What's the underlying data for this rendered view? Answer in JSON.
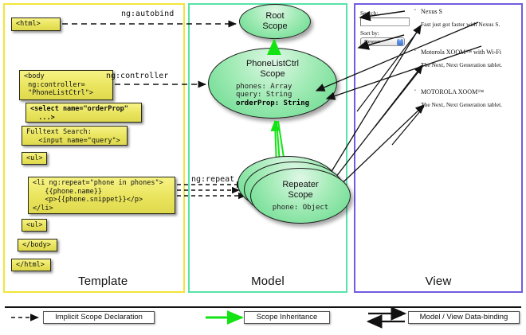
{
  "columns": {
    "template": {
      "label": "Template",
      "border_color": "#f2e53a"
    },
    "model": {
      "label": "Model",
      "border_color": "#57e3a8"
    },
    "view": {
      "label": "View",
      "border_color": "#6f5ce0"
    }
  },
  "template_boxes": [
    {
      "id": "html-open",
      "text": "<html>"
    },
    {
      "id": "body-open",
      "text": "<body\n ng:controller=\n \"PhoneListCtrl\">"
    },
    {
      "id": "select",
      "text": "<select name=\"orderProp\"\n  ...>"
    },
    {
      "id": "fulltext",
      "text": "Fulltext Search:\n   <input name=\"query\">"
    },
    {
      "id": "ul-open",
      "text": "<ul>"
    },
    {
      "id": "li-repeat",
      "text": "<li ng:repeat=\"phone in phones\">\n   {{phone.name}}\n   <p>{{phone.snippet}}</p>\n</li>"
    },
    {
      "id": "ul-close",
      "text": "<ul>"
    },
    {
      "id": "body-close",
      "text": "</body>"
    },
    {
      "id": "html-close",
      "text": "</html>"
    }
  ],
  "scopes": [
    {
      "id": "root",
      "title_line1": "Root",
      "title_line2": "Scope",
      "props": ""
    },
    {
      "id": "ctrl",
      "title_line1": "PhoneListCtrl",
      "title_line2": "Scope",
      "prop_lines": [
        "phones: Array",
        "query: String",
        "orderProp: String"
      ],
      "bold_prop": "orderProp: String"
    },
    {
      "id": "repeater",
      "title_line1": "Repeater",
      "title_line2": "Scope",
      "prop_lines": [
        "phone: Object"
      ]
    }
  ],
  "edge_labels": {
    "autobind": "ng:autobind",
    "controller": "ng:controller",
    "repeat": "ng:repeat"
  },
  "view": {
    "search_label": "Search:",
    "search_value": "",
    "search_placeholder": "",
    "sort_label": "Sort by:",
    "sort_value": "Newest",
    "sort_options": [
      "Newest"
    ],
    "phones": [
      {
        "name": "Nexus S",
        "snippet": "Fast just got faster with Nexus S."
      },
      {
        "name": "Motorola XOOM™  with Wi-Fi",
        "snippet": "The Next, Next Generation tablet."
      },
      {
        "name": "MOTOROLA XOOM™",
        "snippet": "The Next, Next Generation tablet."
      }
    ],
    "bullet_glyph": "•"
  },
  "legend": [
    {
      "id": "implicit",
      "text": "Implicit Scope Declaration",
      "line_style": "dashed",
      "color": "#111111"
    },
    {
      "id": "inheritance",
      "text": "Scope Inheritance",
      "line_style": "solid",
      "color": "#13e313"
    },
    {
      "id": "databinding",
      "text": "Model / View Data-binding",
      "line_style": "double",
      "color": "#111111"
    }
  ]
}
